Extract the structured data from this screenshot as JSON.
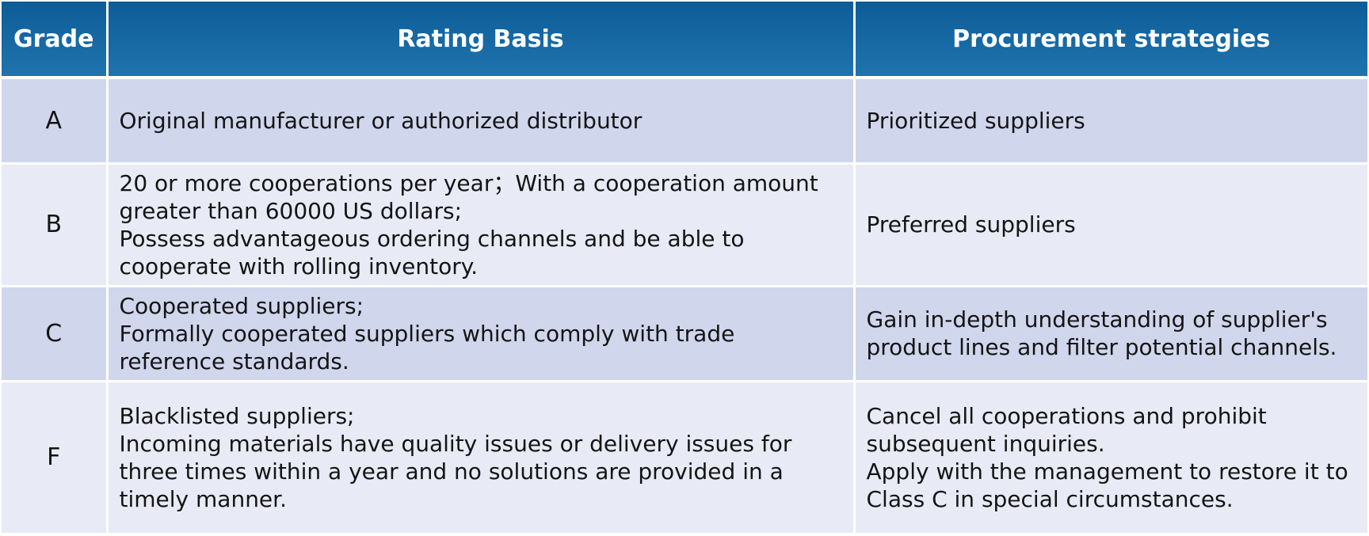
{
  "header": {
    "grade": "Grade",
    "rating_basis": "Rating Basis",
    "procurement": "Procurement strategies"
  },
  "rows": [
    {
      "grade": "A",
      "basis": [
        "Original manufacturer or authorized distributor"
      ],
      "strategy": [
        "Prioritized suppliers"
      ]
    },
    {
      "grade": "B",
      "basis": [
        "20 or more cooperations per year；With a cooperation amount",
        "greater than 60000 US dollars;",
        "Possess advantageous ordering channels and be able to",
        "cooperate with rolling inventory."
      ],
      "strategy": [
        "Preferred suppliers"
      ]
    },
    {
      "grade": "C",
      "basis": [
        "Cooperated suppliers;",
        "Formally cooperated suppliers which comply with trade",
        "reference standards."
      ],
      "strategy": [
        "Gain in-depth understanding of supplier's",
        "product lines and filter potential channels."
      ]
    },
    {
      "grade": "F",
      "basis": [
        "Blacklisted suppliers;",
        "Incoming materials have quality issues or delivery issues for",
        "three times within a year and no solutions are provided in a",
        "timely manner."
      ],
      "strategy": [
        "Cancel all cooperations and prohibit",
        "subsequent inquiries.",
        "Apply with the management to restore it to",
        "Class C in special circumstances."
      ]
    }
  ],
  "colors": {
    "header_top": "#0d5c98",
    "header_bottom": "#1f74ad",
    "row_odd": "#d0d6ec",
    "row_even": "#e8ebf5"
  }
}
